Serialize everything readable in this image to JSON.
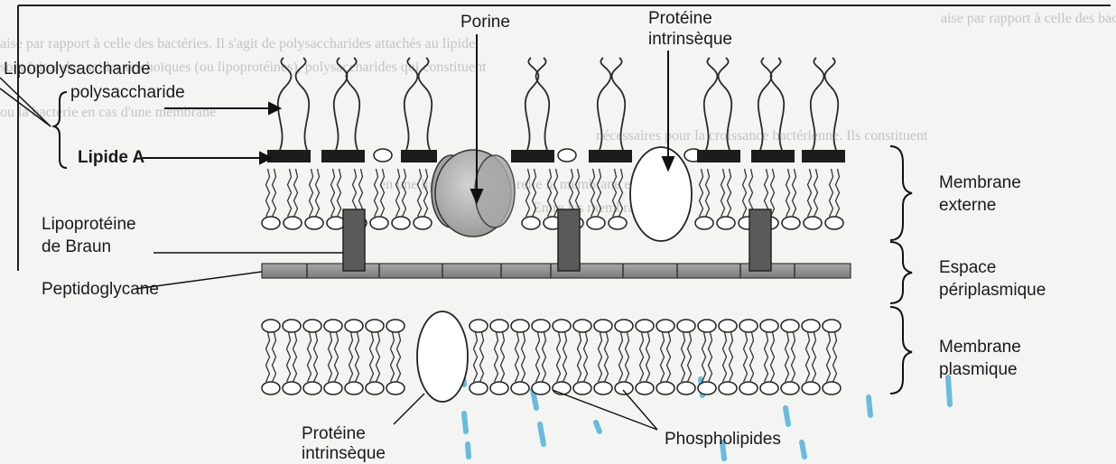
{
  "labels": {
    "porine": "Porine",
    "proteine_intrinseque_top_1": "Protéine",
    "proteine_intrinseque_top_2": "intrinsèque",
    "lipopolysaccharide": "Lipopolysaccharide",
    "polysaccharide": "polysaccharide",
    "lipide_a": "Lipide A",
    "lipoproteine_1": "Lipoprotéine",
    "lipoproteine_2": "de Braun",
    "peptidoglycane": "Peptidoglycane",
    "membrane_externe_1": "Membrane",
    "membrane_externe_2": "externe",
    "espace_1": "Espace",
    "espace_2": "périplasmique",
    "membrane_plasmique_1": "Membrane",
    "membrane_plasmique_2": "plasmique",
    "proteine_intrinseque_bottom_1": "Protéine",
    "proteine_intrinseque_bottom_2": "intrinsèque",
    "phospholipides": "Phospholipides"
  },
  "background_text": [
    "aise par rapport à celle des bactéries. Il s'agit de polysaccharides attachés au lipide,",
    "sont faites des acides teichoïques (ou lipoprotéines), polysaccharides qui constituent",
    "ou la bactérie en cas d'une membrane",
    "nécessaires pour la croissance bactérienne. Ils constituent",
    "en une lipoprotéine qui relie la membrane externe au",
    "Entre les membranes"
  ],
  "colors": {
    "ink": "#1a1a1a",
    "lps_block": "#1c1c1c",
    "porin": "#b9b9b9",
    "lipoprotein": "#555555",
    "peptidoglycan": "#8c8c8c",
    "background": "#f4f4f2",
    "ink_stain": "#3aa8d8"
  }
}
